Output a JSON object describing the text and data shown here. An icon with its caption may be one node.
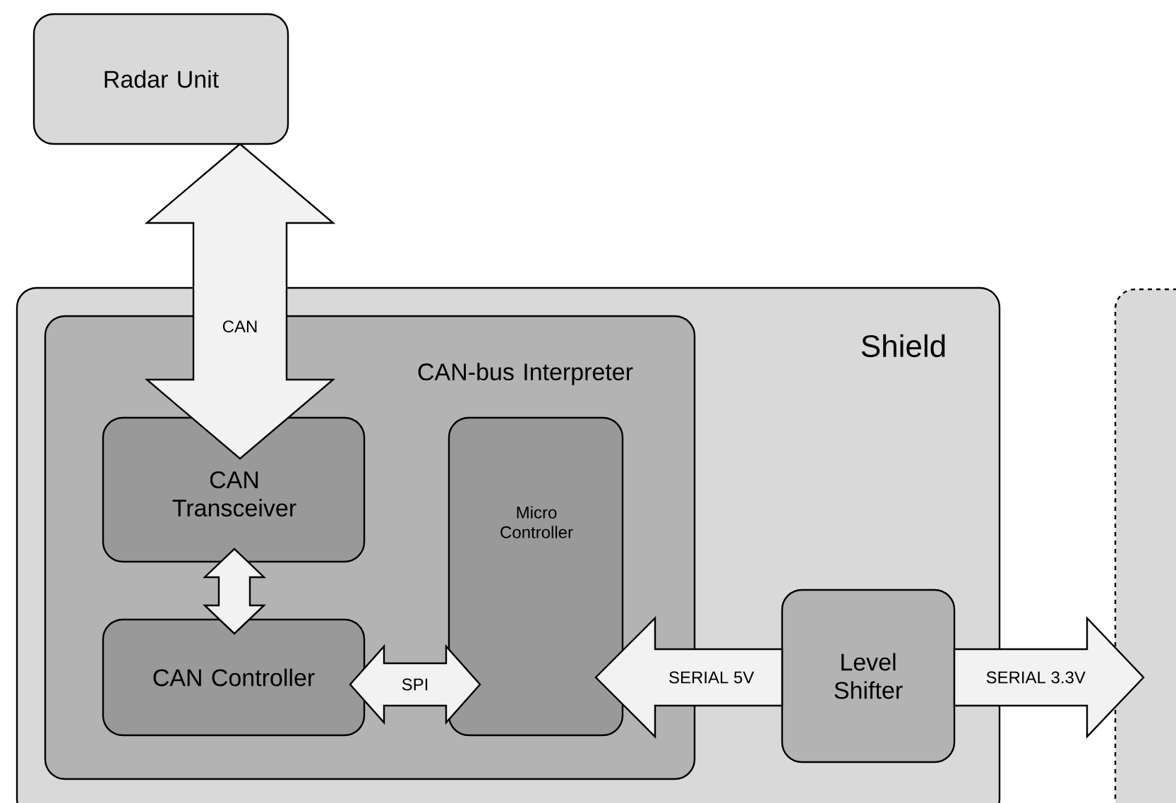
{
  "diagram": {
    "nodes": [
      {
        "text": [
          "Radar Unit"
        ]
      },
      {
        "text": [
          "Shield"
        ]
      },
      {
        "text": [
          "CAN-bus Interpreter"
        ],
        "in": 1
      },
      {
        "text": [
          "CAN Transceiver"
        ],
        "in": 2
      },
      {
        "text": [
          "CAN Controller"
        ],
        "in": 2
      },
      {
        "text": [
          "Micro Controller"
        ],
        "in": 2
      },
      {
        "text": [
          "Level Shifter"
        ],
        "in": 1
      },
      {
        "text": [],
        "shape": "box"
      }
    ],
    "edges": [
      {
        "from": 0,
        "to": 3,
        "arrow": "both",
        "label": "CAN"
      },
      {
        "from": 3,
        "to": 4,
        "arrow": "both"
      },
      {
        "from": 4,
        "to": 5,
        "arrow": "both",
        "label": "SPI"
      },
      {
        "from": 6,
        "to": 5,
        "arrow": "to",
        "label": "SERIAL 5V"
      },
      {
        "from": 6,
        "to": 7,
        "arrow": "to",
        "label": "SERIAL 3.3V"
      }
    ]
  }
}
